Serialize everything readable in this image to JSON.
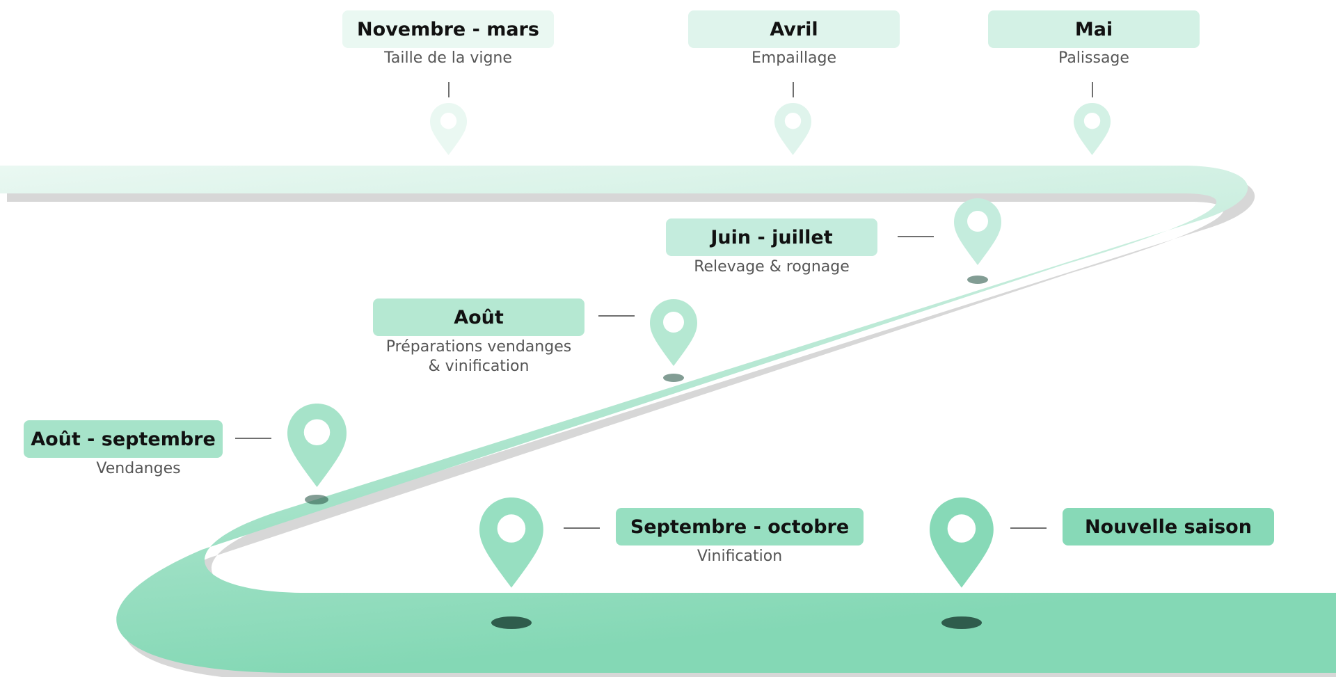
{
  "colors": {
    "background": "#ffffff",
    "road_start": "#eaf8f2",
    "road_end": "#84d8b5",
    "road_shadow": "#d7d7d7",
    "dot_dark": "#2f5c4c",
    "connector": "#6f6f6f"
  },
  "milestones": [
    {
      "id": "novembre-mars",
      "period": "Novembre - mars",
      "activity": "Taille de la vigne",
      "color": "#eaf8f2"
    },
    {
      "id": "avril",
      "period": "Avril",
      "activity": "Empaillage",
      "color": "#dff4ec"
    },
    {
      "id": "mai",
      "period": "Mai",
      "activity": "Palissage",
      "color": "#d3f1e5"
    },
    {
      "id": "juin-juillet",
      "period": "Juin -  juillet",
      "activity": "Relevage & rognage",
      "color": "#c4ecdd"
    },
    {
      "id": "aout",
      "period": "Août",
      "activity": "Préparations vendanges\n& vinification",
      "color": "#b5e8d2"
    },
    {
      "id": "aout-septembre",
      "period": "Août - septembre",
      "activity": "Vendanges",
      "color": "#a6e3c9"
    },
    {
      "id": "septembre-octobre",
      "period": "Septembre - octobre",
      "activity": "Vinification",
      "color": "#97dfc1"
    },
    {
      "id": "nouvelle-saison",
      "period": "Nouvelle saison",
      "activity": "",
      "color": "#87d9b7"
    }
  ]
}
